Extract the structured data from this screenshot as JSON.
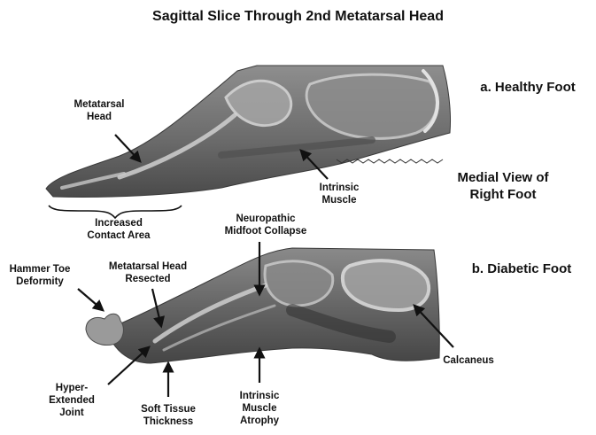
{
  "title": "Sagittal Slice Through 2nd Metatarsal Head",
  "panels": {
    "healthy": {
      "caption": "a. Healthy Foot",
      "labels": {
        "metatarsal_head": [
          "Metatarsal",
          "Head"
        ],
        "intrinsic_muscle": [
          "Intrinsic",
          "Muscle"
        ],
        "increased_contact_area": [
          "Increased",
          "Contact Area"
        ]
      }
    },
    "diabetic": {
      "caption": "b. Diabetic Foot",
      "labels": {
        "neuropathic_midfoot_collapse": [
          "Neuropathic",
          "Midfoot Collapse"
        ],
        "hammer_toe_deformity": [
          "Hammer Toe",
          "Deformity"
        ],
        "metatarsal_head_resected": [
          "Metatarsal Head",
          "Resected"
        ],
        "hyper_extended_joint": [
          "Hyper-",
          "Extended",
          "Joint"
        ],
        "soft_tissue_thickness": [
          "Soft Tissue",
          "Thickness"
        ],
        "intrinsic_muscle_atrophy": [
          "Intrinsic",
          "Muscle",
          "Atrophy"
        ],
        "calcaneus": [
          "Calcaneus"
        ]
      }
    }
  },
  "view_note": [
    "Medial View of",
    "Right Foot"
  ],
  "colors": {
    "background": "#ffffff",
    "text": "#111111",
    "arrow": "#111111",
    "tissue_light": "#9a9a9a",
    "tissue_mid": "#6f6f6f",
    "tissue_dark": "#3c3c3c",
    "bone_highlight": "#d8d8d8"
  }
}
